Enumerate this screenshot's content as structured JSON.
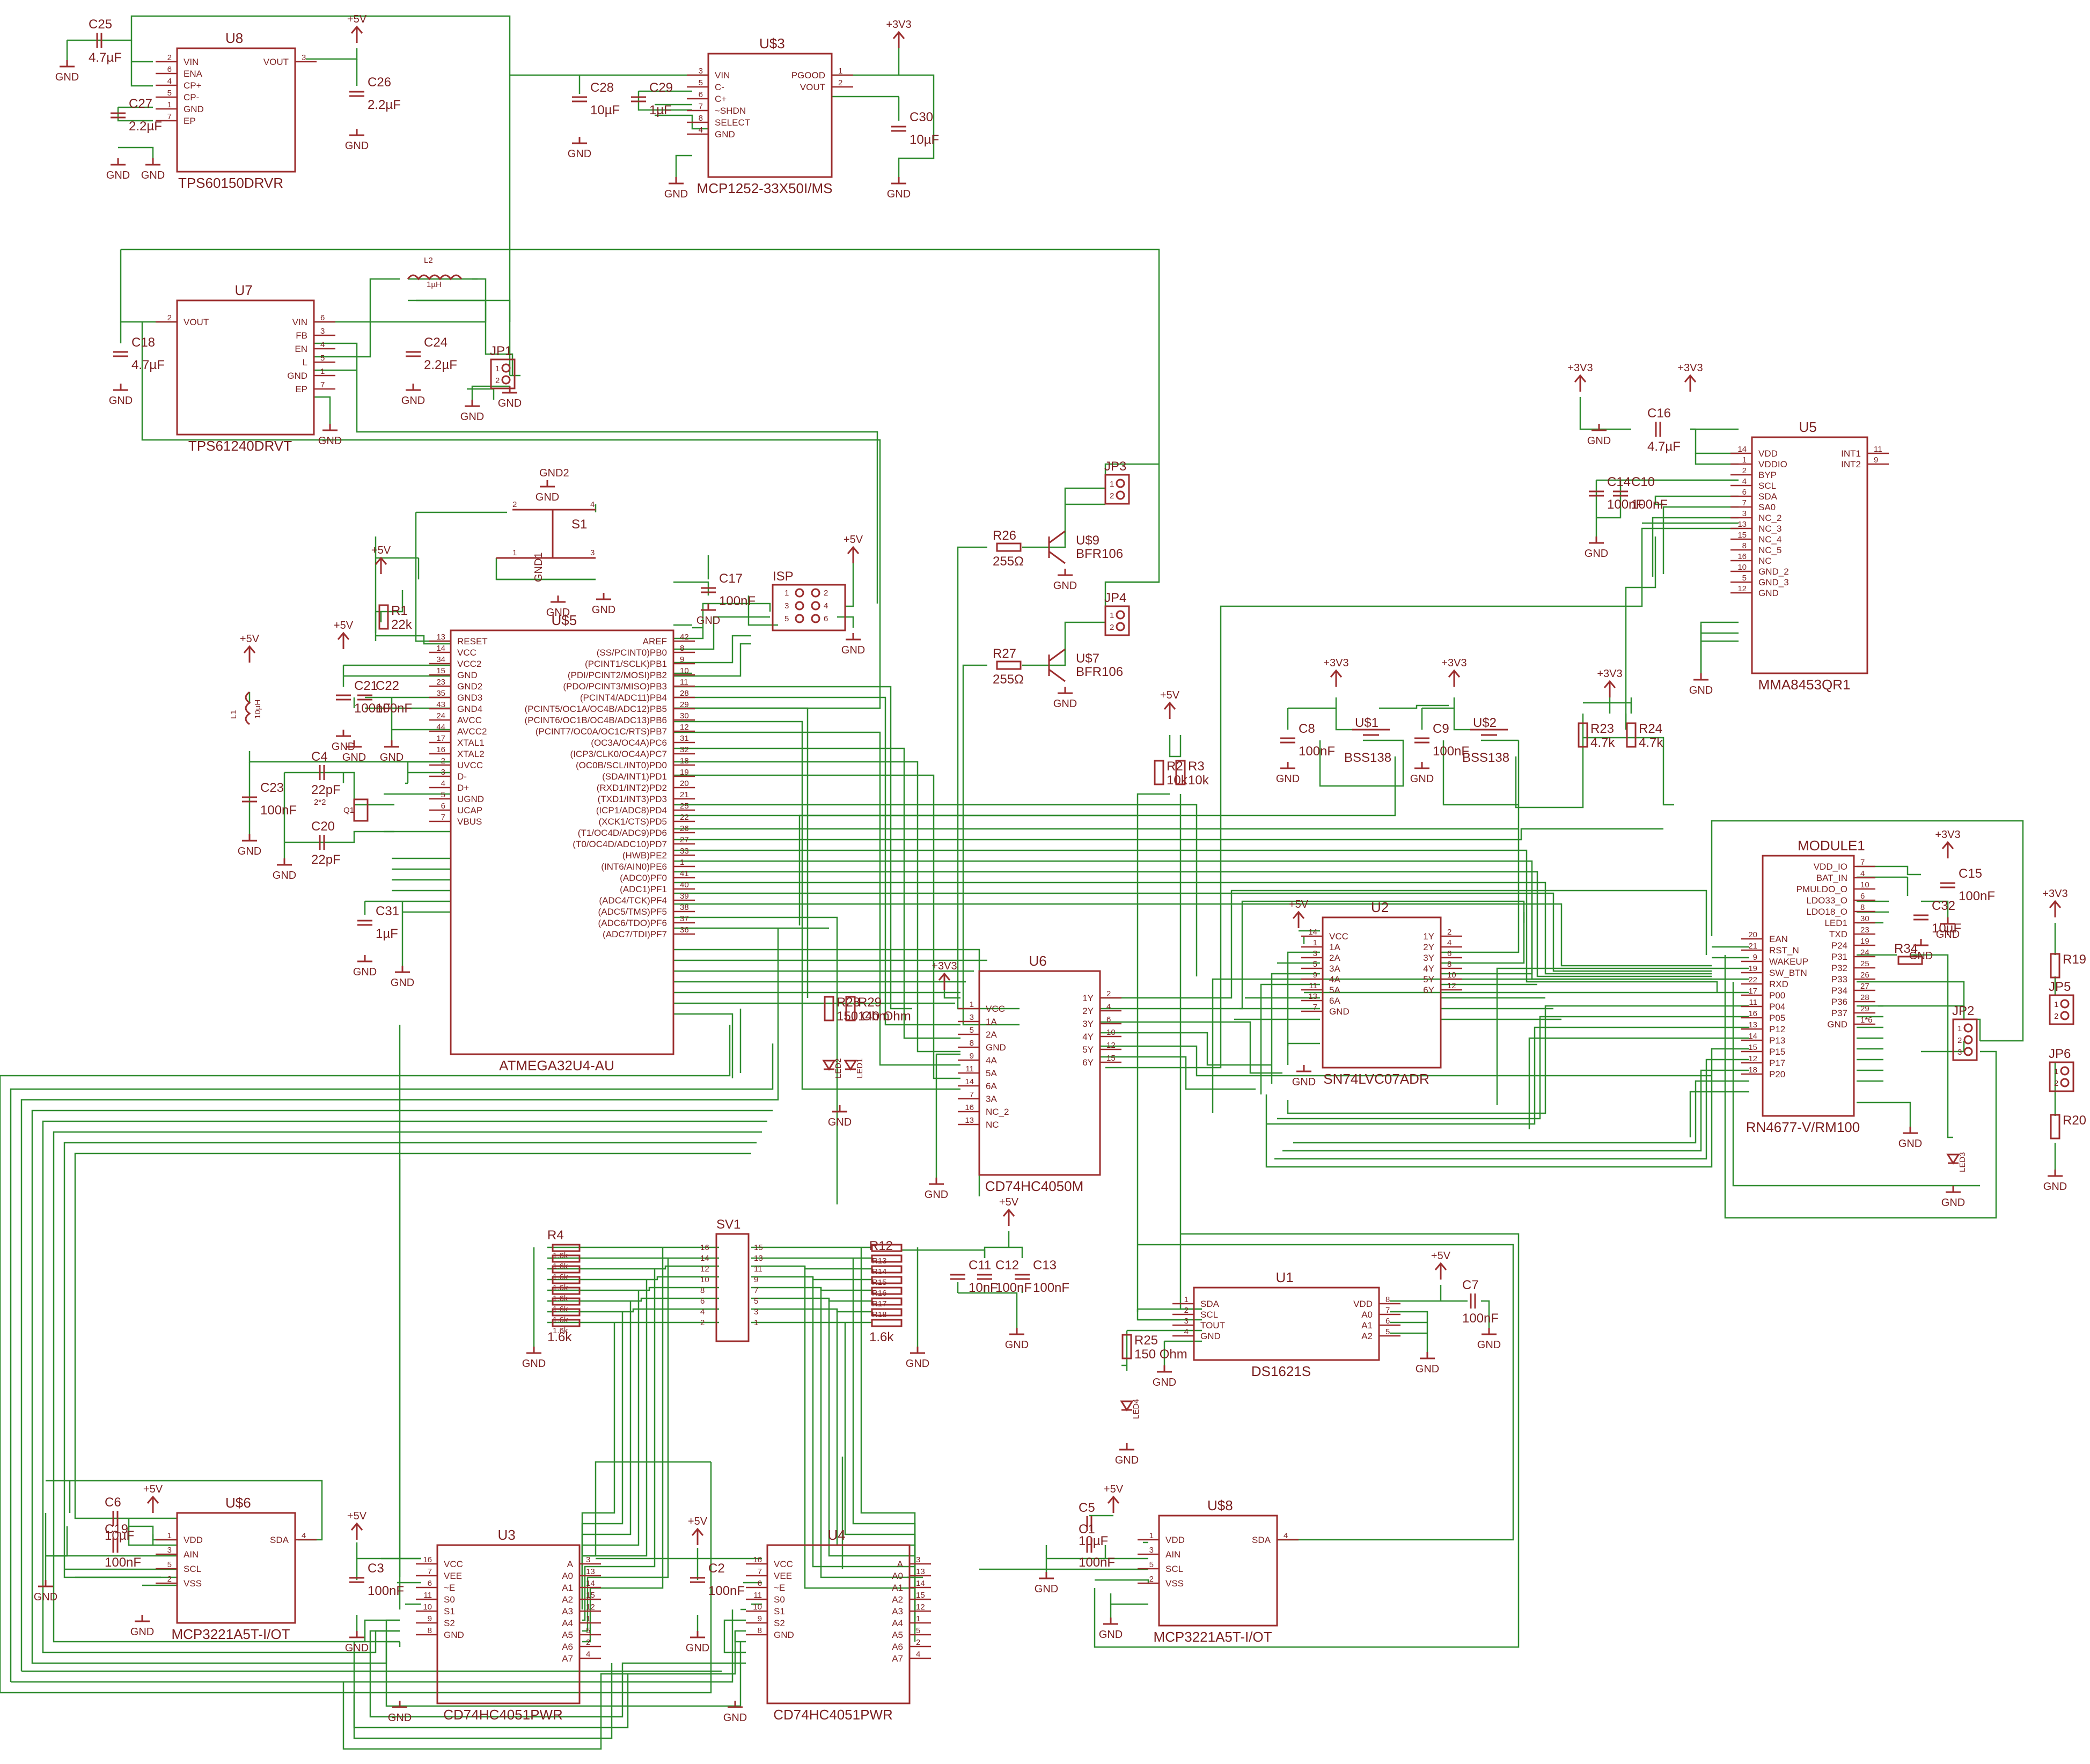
{
  "schematic": {
    "chips": [
      {
        "id": "u8",
        "ref": "U8",
        "part": "TPS60150DRVR",
        "pins_left": [
          [
            "2",
            "VIN"
          ],
          [
            "6",
            "ENA"
          ],
          [
            "4",
            "CP+"
          ],
          [
            "5",
            "CP-"
          ],
          [
            "1",
            "GND"
          ],
          [
            "7",
            "EP"
          ]
        ],
        "pins_right": [
          [
            "3",
            "VOUT"
          ]
        ]
      },
      {
        "id": "us3",
        "ref": "U$3",
        "part": "MCP1252-33X50I/MS",
        "pins_left": [
          [
            "3",
            "VIN"
          ],
          [
            "5",
            "C-"
          ],
          [
            "6",
            "C+"
          ],
          [
            "7",
            "~SHDN"
          ],
          [
            "8",
            "SELECT"
          ],
          [
            "4",
            "GND"
          ]
        ],
        "pins_right": [
          [
            "1",
            "PGOOD"
          ],
          [
            "2",
            "VOUT"
          ]
        ]
      },
      {
        "id": "u7",
        "ref": "U7",
        "part": "TPS61240DRVT",
        "pins_left": [
          [
            "2",
            "VOUT"
          ]
        ],
        "pins_right": [
          [
            "6",
            "VIN"
          ],
          [
            "3",
            "FB"
          ],
          [
            "4",
            "EN"
          ],
          [
            "5",
            "L"
          ],
          [
            "1",
            "GND"
          ],
          [
            "7",
            "EP"
          ]
        ]
      },
      {
        "id": "u5",
        "ref": "U5",
        "part": "MMA8453QR1",
        "pins_left": [
          [
            "14",
            "VDD"
          ],
          [
            "1",
            "VDDIO"
          ],
          [
            "2",
            "BYP"
          ],
          [
            "4",
            "SCL"
          ],
          [
            "6",
            "SDA"
          ],
          [
            "7",
            "SA0"
          ],
          [
            "3",
            "NC_2"
          ],
          [
            "13",
            "NC_3"
          ],
          [
            "15",
            "NC_4"
          ],
          [
            "8",
            "NC_5"
          ],
          [
            "16",
            "NC"
          ],
          [
            "10",
            "GND_2"
          ],
          [
            "5",
            "GND_3"
          ],
          [
            "12",
            "GND"
          ]
        ],
        "pins_right": [
          [
            "11",
            "INT1"
          ],
          [
            "9",
            "INT2"
          ]
        ]
      },
      {
        "id": "us5",
        "ref": "U$5",
        "part": "ATMEGA32U4-AU",
        "pins_left": [
          [
            "13",
            "RESET"
          ],
          [
            "14",
            "VCC"
          ],
          [
            "34",
            "VCC2"
          ],
          [
            "15",
            "GND"
          ],
          [
            "23",
            "GND2"
          ],
          [
            "35",
            "GND3"
          ],
          [
            "43",
            "GND4"
          ],
          [
            "24",
            "AVCC"
          ],
          [
            "44",
            "AVCC2"
          ],
          [
            "17",
            "XTAL1"
          ],
          [
            "16",
            "XTAL2"
          ],
          [
            "2",
            "UVCC"
          ],
          [
            "3",
            "D-"
          ],
          [
            "4",
            "D+"
          ],
          [
            "5",
            "UGND"
          ],
          [
            "6",
            "UCAP"
          ],
          [
            "7",
            "VBUS"
          ]
        ],
        "pins_right": [
          [
            "42",
            "AREF"
          ],
          [
            "8",
            "(SS/PCINT0)PB0"
          ],
          [
            "9",
            "(PCINT1/SCLK)PB1"
          ],
          [
            "10",
            "(PDI/PCINT2/MOSI)PB2"
          ],
          [
            "11",
            "(PDO/PCINT3/MISO)PB3"
          ],
          [
            "28",
            "(PCINT4/ADC11)PB4"
          ],
          [
            "29",
            "(PCINT5/OC1A/OC4B/ADC12)PB5"
          ],
          [
            "30",
            "(PCINT6/OC1B/OC4B/ADC13)PB6"
          ],
          [
            "12",
            "(PCINT7/OC0A/OC1C/RTS)PB7"
          ],
          [
            "31",
            "(OC3A/OC4A)PC6"
          ],
          [
            "32",
            "(ICP3/CLK0/OC4A)PC7"
          ],
          [
            "18",
            "(OC0B/SCL/INT0)PD0"
          ],
          [
            "19",
            "(SDA/INT1)PD1"
          ],
          [
            "20",
            "(RXD1/INT2)PD2"
          ],
          [
            "21",
            "(TXD1/INT3)PD3"
          ],
          [
            "25",
            "(ICP1/ADC8)PD4"
          ],
          [
            "22",
            "(XCK1/CTS)PD5"
          ],
          [
            "26",
            "(T1/OC4D/ADC9)PD6"
          ],
          [
            "27",
            "(T0/OC4D/ADC10)PD7"
          ],
          [
            "33",
            "(HWB)PE2"
          ],
          [
            "1",
            "(INT6/AIN0)PE6"
          ],
          [
            "41",
            "(ADC0)PF0"
          ],
          [
            "40",
            "(ADC1)PF1"
          ],
          [
            "39",
            "(ADC4/TCK)PF4"
          ],
          [
            "38",
            "(ADC5/TMS)PF5"
          ],
          [
            "37",
            "(ADC6/TDO)PF6"
          ],
          [
            "36",
            "(ADC7/TDI)PF7"
          ]
        ]
      },
      {
        "id": "u2",
        "ref": "U2",
        "part": "SN74LVC07ADR",
        "pins_left": [
          [
            "14",
            "VCC"
          ],
          [
            "1",
            "1A"
          ],
          [
            "3",
            "2A"
          ],
          [
            "5",
            "3A"
          ],
          [
            "9",
            "4A"
          ],
          [
            "11",
            "5A"
          ],
          [
            "13",
            "6A"
          ],
          [
            "7",
            "GND"
          ]
        ],
        "pins_right": [
          [
            "2",
            "1Y"
          ],
          [
            "4",
            "2Y"
          ],
          [
            "6",
            "3Y"
          ],
          [
            "8",
            "4Y"
          ],
          [
            "10",
            "5Y"
          ],
          [
            "12",
            "6Y"
          ]
        ]
      },
      {
        "id": "u6",
        "ref": "U6",
        "part": "CD74HC4050M",
        "pins_left": [
          [
            "1",
            "VCC"
          ],
          [
            "3",
            "1A"
          ],
          [
            "5",
            "2A"
          ],
          [
            "8",
            "GND"
          ],
          [
            "9",
            "4A"
          ],
          [
            "11",
            "5A"
          ],
          [
            "14",
            "6A"
          ],
          [
            "7",
            "3A"
          ],
          [
            "16",
            "NC_2"
          ],
          [
            "13",
            "NC"
          ]
        ],
        "pins_right": [
          [
            "2",
            "1Y"
          ],
          [
            "4",
            "2Y"
          ],
          [
            "6",
            "3Y"
          ],
          [
            "10",
            "4Y"
          ],
          [
            "12",
            "5Y"
          ],
          [
            "15",
            "6Y"
          ]
        ]
      },
      {
        "id": "module1",
        "ref": "MODULE1",
        "part": "RN4677-V/RM100",
        "pins_left": [
          [
            "20",
            "EAN"
          ],
          [
            "21",
            "RST_N"
          ],
          [
            "9",
            "WAKEUP"
          ],
          [
            "19",
            "SW_BTN"
          ],
          [
            "22",
            "RXD"
          ],
          [
            "17",
            "P00"
          ],
          [
            "11",
            "P04"
          ],
          [
            "16",
            "P05"
          ],
          [
            "13",
            "P12"
          ],
          [
            "14",
            "P13"
          ],
          [
            "15",
            "P15"
          ],
          [
            "12",
            "P17"
          ],
          [
            "18",
            "P20"
          ]
        ],
        "pins_right": [
          [
            "7",
            "VDD_IO"
          ],
          [
            "4",
            "BAT_IN"
          ],
          [
            "10",
            "PMULDO_O"
          ],
          [
            "6",
            "LDO33_O"
          ],
          [
            "8",
            "LDO18_O"
          ],
          [
            "30",
            "LED1"
          ],
          [
            "23",
            "TXD"
          ],
          [
            "19",
            "P24"
          ],
          [
            "24",
            "P31"
          ],
          [
            "25",
            "P32"
          ],
          [
            "26",
            "P33"
          ],
          [
            "27",
            "P34"
          ],
          [
            "28",
            "P36"
          ],
          [
            "29",
            "P37"
          ],
          [
            "1*6",
            "GND"
          ]
        ]
      },
      {
        "id": "u1",
        "ref": "U1",
        "part": "DS1621S",
        "pins_left": [
          [
            "1",
            "SDA"
          ],
          [
            "2",
            "SCL"
          ],
          [
            "3",
            "TOUT"
          ],
          [
            "4",
            "GND"
          ]
        ],
        "pins_right": [
          [
            "8",
            "VDD"
          ],
          [
            "7",
            "A0"
          ],
          [
            "6",
            "A1"
          ],
          [
            "5",
            "A2"
          ]
        ]
      },
      {
        "id": "us6",
        "ref": "U$6",
        "part": "MCP3221A5T-I/OT",
        "pins_left": [
          [
            "1",
            "VDD"
          ],
          [
            "3",
            "AIN"
          ],
          [
            "5",
            "SCL"
          ],
          [
            "2",
            "VSS"
          ]
        ],
        "pins_right": [
          [
            "4",
            "SDA"
          ]
        ]
      },
      {
        "id": "us8",
        "ref": "U$8",
        "part": "MCP3221A5T-I/OT",
        "pins_left": [
          [
            "1",
            "VDD"
          ],
          [
            "3",
            "AIN"
          ],
          [
            "5",
            "SCL"
          ],
          [
            "2",
            "VSS"
          ]
        ],
        "pins_right": [
          [
            "4",
            "SDA"
          ]
        ]
      },
      {
        "id": "u3",
        "ref": "U3",
        "part": "CD74HC4051PWR",
        "pins_left": [
          [
            "16",
            "VCC"
          ],
          [
            "7",
            "VEE"
          ],
          [
            "6",
            "~E"
          ],
          [
            "11",
            "S0"
          ],
          [
            "10",
            "S1"
          ],
          [
            "9",
            "S2"
          ],
          [
            "8",
            "GND"
          ]
        ],
        "pins_right": [
          [
            "3",
            "A"
          ],
          [
            "13",
            "A0"
          ],
          [
            "14",
            "A1"
          ],
          [
            "15",
            "A2"
          ],
          [
            "12",
            "A3"
          ],
          [
            "1",
            "A4"
          ],
          [
            "5",
            "A5"
          ],
          [
            "2",
            "A6"
          ],
          [
            "4",
            "A7"
          ]
        ]
      },
      {
        "id": "u4",
        "ref": "U4",
        "part": "CD74HC4051PWR",
        "pins_left": [
          [
            "16",
            "VCC"
          ],
          [
            "7",
            "VEE"
          ],
          [
            "6",
            "~E"
          ],
          [
            "11",
            "S0"
          ],
          [
            "10",
            "S1"
          ],
          [
            "9",
            "S2"
          ],
          [
            "8",
            "GND"
          ]
        ],
        "pins_right": [
          [
            "3",
            "A"
          ],
          [
            "13",
            "A0"
          ],
          [
            "14",
            "A1"
          ],
          [
            "15",
            "A2"
          ],
          [
            "12",
            "A3"
          ],
          [
            "1",
            "A4"
          ],
          [
            "5",
            "A5"
          ],
          [
            "2",
            "A6"
          ],
          [
            "4",
            "A7"
          ]
        ]
      }
    ],
    "transistors": [
      {
        "id": "us9",
        "ref": "U$9",
        "part": "BFR106",
        "rref": "R26",
        "rval": "255Ω"
      },
      {
        "id": "us7",
        "ref": "U$7",
        "part": "BFR106",
        "rref": "R27",
        "rval": "255Ω"
      }
    ],
    "mosfets": [
      {
        "id": "us1",
        "ref": "U$1",
        "part": "BSS138"
      },
      {
        "id": "us2",
        "ref": "U$2",
        "part": "BSS138"
      }
    ],
    "capacitors": [
      {
        "ref": "C25",
        "val": "4.7µF"
      },
      {
        "ref": "C26",
        "val": "2.2µF"
      },
      {
        "ref": "C27",
        "val": "2.2µF"
      },
      {
        "ref": "C28",
        "val": "10µF"
      },
      {
        "ref": "C29",
        "val": "1µF"
      },
      {
        "ref": "C30",
        "val": "10µF"
      },
      {
        "ref": "C18",
        "val": "4.7µF"
      },
      {
        "ref": "C24",
        "val": "2.2µF"
      },
      {
        "ref": "C16",
        "val": "4.7µF"
      },
      {
        "ref": "C14",
        "val": "100nF"
      },
      {
        "ref": "C10",
        "val": "100nF"
      },
      {
        "ref": "C17",
        "val": "100nF"
      },
      {
        "ref": "C21",
        "val": "100nF"
      },
      {
        "ref": "C22",
        "val": "100nF"
      },
      {
        "ref": "C23",
        "val": "100nF"
      },
      {
        "ref": "C4",
        "val": "22pF"
      },
      {
        "ref": "C20",
        "val": "22pF"
      },
      {
        "ref": "C31",
        "val": "1µF"
      },
      {
        "ref": "C8",
        "val": "100nF"
      },
      {
        "ref": "C9",
        "val": "100nF"
      },
      {
        "ref": "C15",
        "val": "100nF"
      },
      {
        "ref": "C32",
        "val": "10µF"
      },
      {
        "ref": "C11",
        "val": "10nF"
      },
      {
        "ref": "C12",
        "val": "100nF"
      },
      {
        "ref": "C13",
        "val": "100nF"
      },
      {
        "ref": "C7",
        "val": "100nF"
      },
      {
        "ref": "C6",
        "val": "10µF"
      },
      {
        "ref": "C19",
        "val": "100nF"
      },
      {
        "ref": "C3",
        "val": "100nF"
      },
      {
        "ref": "C2",
        "val": "100nF"
      },
      {
        "ref": "C5",
        "val": "10µF"
      },
      {
        "ref": "C1",
        "val": "100nF"
      }
    ],
    "resistors": [
      {
        "ref": "R1",
        "val": "22k"
      },
      {
        "ref": "R2",
        "val": "10k"
      },
      {
        "ref": "R3",
        "val": "10k"
      },
      {
        "ref": "R23",
        "val": "4.7k"
      },
      {
        "ref": "R24",
        "val": "4.7k"
      },
      {
        "ref": "R28",
        "val": "150 Ohm"
      },
      {
        "ref": "R29",
        "val": "140 Ohm"
      },
      {
        "ref": "R25",
        "val": "150 Ohm"
      },
      {
        "ref": "R34",
        "val": ""
      },
      {
        "ref": "R19",
        "val": ""
      },
      {
        "ref": "R20",
        "val": ""
      }
    ],
    "resistor_array_left": {
      "first": "R4",
      "val": "1.6k",
      "rows": [
        "1.6k",
        "1.6k",
        "1.6k",
        "1.6k",
        "1.6k",
        "1.6k",
        "1.6k",
        "1.6k"
      ]
    },
    "resistor_array_right": {
      "first": "R12",
      "val": "1.6k",
      "refs": [
        "R13",
        "R14",
        "R15",
        "R16",
        "R17",
        "R18"
      ]
    },
    "header_sv1": {
      "ref": "SV1",
      "left_pins": [
        "16",
        "14",
        "12",
        "10",
        "8",
        "6",
        "4",
        "2"
      ],
      "right_pins": [
        "15",
        "13",
        "11",
        "9",
        "7",
        "5",
        "3",
        "1"
      ]
    },
    "jumpers": [
      {
        "ref": "JP1"
      },
      {
        "ref": "JP3"
      },
      {
        "ref": "JP4"
      },
      {
        "ref": "JP2"
      },
      {
        "ref": "JP5"
      },
      {
        "ref": "JP6"
      }
    ],
    "isp": {
      "ref": "ISP",
      "pins": [
        "1",
        "2",
        "3",
        "4",
        "5",
        "6"
      ]
    },
    "switch": {
      "ref": "S1",
      "gnd2": "GND2",
      "gnd1": "GND1",
      "pins": [
        "1",
        "2",
        "3",
        "4"
      ]
    },
    "inductors": [
      {
        "ref": "L2",
        "val": "1µH"
      },
      {
        "ref": "L1",
        "val": "10µH"
      }
    ],
    "crystal": {
      "ref": "Q1",
      "val": "2*2"
    },
    "leds": [
      {
        "ref": "LED1"
      },
      {
        "ref": "LED2"
      },
      {
        "ref": "LED3"
      },
      {
        "ref": "LED4"
      }
    ],
    "labels": {
      "gnd": "GND",
      "p5v": "+5V",
      "p3v3": "+3V3"
    }
  }
}
